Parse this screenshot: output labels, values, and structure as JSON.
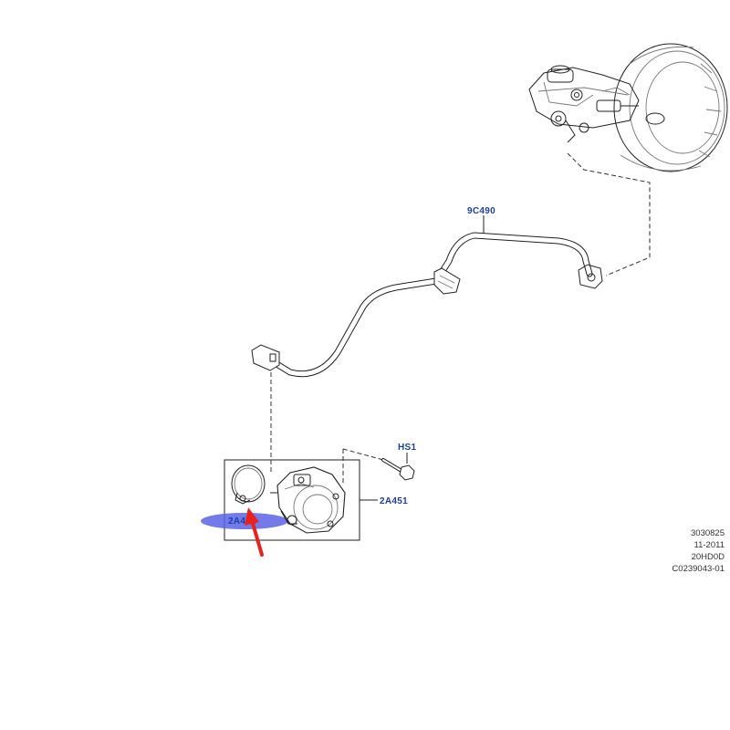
{
  "callouts": {
    "hose": "9C490",
    "bolt": "HS1",
    "pump": "2A451",
    "gasket": "2A454"
  },
  "stamp": {
    "line1": "3030825",
    "line2": "11-2011",
    "line3": "20HD0D",
    "line4": "C0239043-01"
  },
  "colors": {
    "callout": "#1c3fa8",
    "highlight": "#5a63e6",
    "arrow": "#e8231d"
  },
  "icons": [
    "brake-booster-icon",
    "vacuum-hose-icon",
    "bolt-icon",
    "vacuum-pump-icon",
    "gasket-icon",
    "arrow-icon"
  ]
}
